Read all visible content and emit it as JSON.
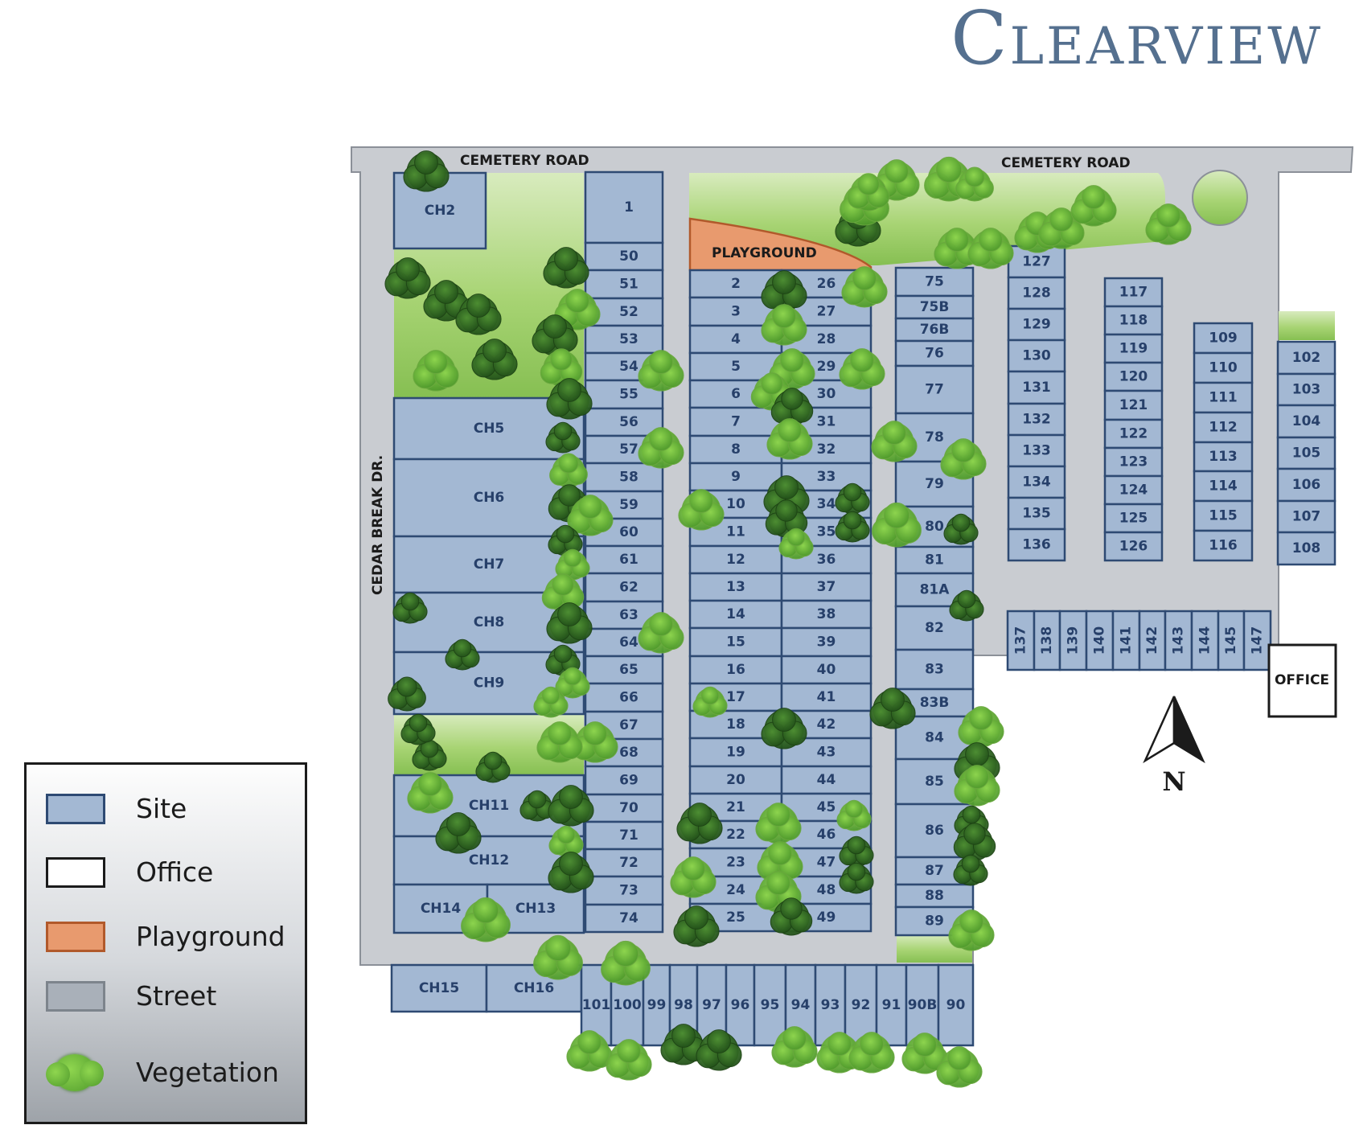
{
  "title": "Clearview",
  "roads": {
    "north_west": "CEMETERY ROAD",
    "north_east": "CEMETERY ROAD",
    "west": "CEDAR BREAK DR."
  },
  "facilities": {
    "playground": "PLAYGROUND",
    "office": "OFFICE"
  },
  "compass": {
    "label": "N"
  },
  "legend": [
    {
      "label": "Site",
      "color": "#a3b8d3"
    },
    {
      "label": "Office",
      "color": "#ffffff"
    },
    {
      "label": "Playground",
      "color": "#e89a6e"
    },
    {
      "label": "Street",
      "color": "#a9b0b9"
    },
    {
      "label": "Vegetation",
      "color": "#6fbf3a"
    }
  ],
  "colors": {
    "site": "#a3b8d3",
    "site_border": "#2e4a73",
    "street": "#c9ccd1",
    "grass": "#a8d474",
    "playground": "#e89a6e",
    "tree": "#6fbf3a",
    "tree_dark": "#3f7a26"
  },
  "sites": {
    "chalets_west": [
      "CH2",
      "CH5",
      "CH6",
      "CH7",
      "CH8",
      "CH9",
      "CH11",
      "CH12",
      "CH14",
      "CH13"
    ],
    "chalets_south": [
      "CH15",
      "CH16"
    ],
    "column_50_74": [
      "1",
      "50",
      "51",
      "52",
      "53",
      "54",
      "55",
      "56",
      "57",
      "58",
      "59",
      "60",
      "61",
      "62",
      "63",
      "64",
      "65",
      "66",
      "67",
      "68",
      "69",
      "70",
      "71",
      "72",
      "73",
      "74"
    ],
    "column_2_25": [
      "2",
      "3",
      "4",
      "5",
      "6",
      "7",
      "8",
      "9",
      "10",
      "11",
      "12",
      "13",
      "14",
      "15",
      "16",
      "17",
      "18",
      "19",
      "20",
      "21",
      "22",
      "23",
      "24",
      "25"
    ],
    "column_26_49": [
      "26",
      "27",
      "28",
      "29",
      "30",
      "31",
      "32",
      "33",
      "34",
      "35",
      "36",
      "37",
      "38",
      "39",
      "40",
      "41",
      "42",
      "43",
      "44",
      "45",
      "46",
      "47",
      "48",
      "49"
    ],
    "column_75_89": [
      "75",
      "75B",
      "76B",
      "76",
      "77",
      "78",
      "79",
      "80",
      "81",
      "81A",
      "82",
      "83",
      "83B",
      "84",
      "85",
      "86",
      "87",
      "88",
      "89"
    ],
    "column_127_136": [
      "127",
      "128",
      "129",
      "130",
      "131",
      "132",
      "133",
      "134",
      "135",
      "136"
    ],
    "column_117_126": [
      "117",
      "118",
      "119",
      "120",
      "121",
      "122",
      "123",
      "124",
      "125",
      "126"
    ],
    "column_109_116": [
      "109",
      "110",
      "111",
      "112",
      "113",
      "114",
      "115",
      "116"
    ],
    "column_102_108": [
      "102",
      "103",
      "104",
      "105",
      "106",
      "107",
      "108"
    ],
    "row_137_147": [
      "137",
      "138",
      "139",
      "140",
      "141",
      "142",
      "143",
      "144",
      "145",
      "147"
    ],
    "row_90_101": [
      "101",
      "100",
      "99",
      "98",
      "97",
      "96",
      "95",
      "94",
      "93",
      "92",
      "91",
      "90B",
      "90"
    ]
  }
}
